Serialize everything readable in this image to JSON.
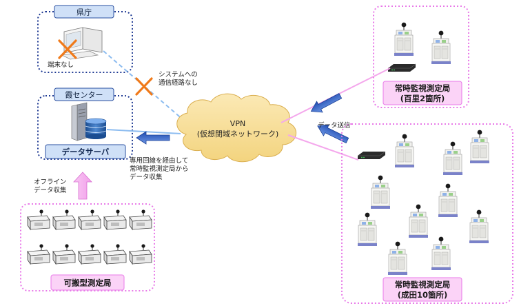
{
  "prefecture": {
    "title": "県庁",
    "no_terminal": "端末なし"
  },
  "no_route_note": [
    "システムへの",
    "通信経路なし"
  ],
  "kasumi_center": {
    "title": "霞センター",
    "server_label": "データサーバ"
  },
  "vpn": {
    "line1": "VPN",
    "line2": "(仮想閉域ネットワーク)"
  },
  "collect_note": [
    "専用回線を経由して",
    "常時監視測定局から",
    "データ収集"
  ],
  "offline_note": [
    "オフライン",
    "データ収集"
  ],
  "portable": {
    "title": "可搬型測定局"
  },
  "station_momosato": {
    "line1": "常時監視測定局",
    "line2": "(百里2箇所)"
  },
  "data_send": "データ送信",
  "station_narita": {
    "line1": "常時監視測定局",
    "line2": "(成田10箇所)"
  },
  "colors": {
    "navy_box": "#1f3a93",
    "pink_box": "#e879e8",
    "label_fill": "#cfe0f7",
    "pink_label": "#fbd3f7",
    "arrow_blue": "#2f5fc4",
    "dash_line": "#8cbcf0",
    "pink_line": "#f4a7ec",
    "cross": "#f07a1a",
    "cloud": "#f8df9a"
  }
}
